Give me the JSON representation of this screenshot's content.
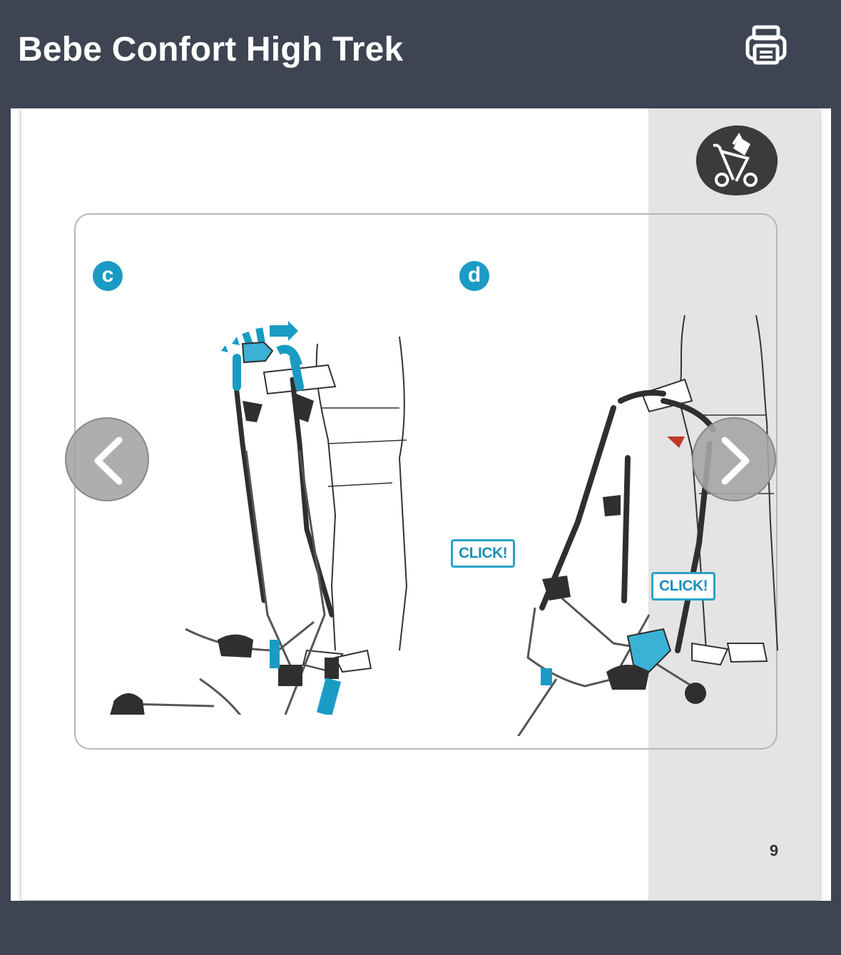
{
  "app": {
    "title": "Bebe Confort High Trek",
    "print_icon": "printer-icon"
  },
  "page": {
    "page_number": "9",
    "chapter_icon": "stroller-fold-icon",
    "band_color": "#e4e4e4",
    "steps": [
      {
        "marker": "c",
        "click_labels": []
      },
      {
        "marker": "d",
        "click_labels": [
          "CLICK!",
          "CLICK!"
        ]
      }
    ]
  },
  "navigation": {
    "prev_icon": "chevron-left-icon",
    "next_icon": "chevron-right-icon"
  },
  "colors": {
    "chrome": "#3e4452",
    "accent": "#1a9bc4",
    "frame": "#b7b7b7",
    "stroller": "#2f2f2f"
  }
}
